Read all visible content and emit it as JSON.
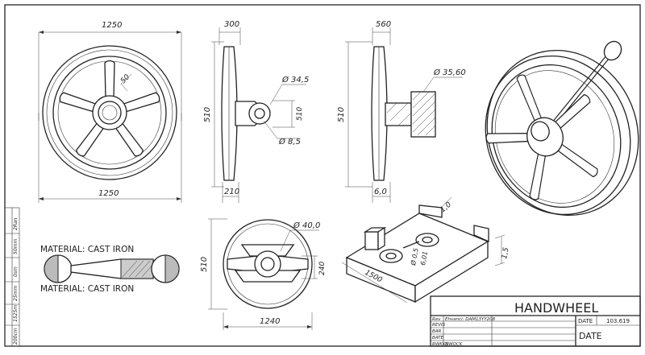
{
  "colors": {
    "ink": "#222222",
    "paper": "#ffffff"
  },
  "front_view": {
    "dia_top": "1250",
    "dia_bottom": "1250",
    "spoke_width": "50"
  },
  "side_view_1": {
    "width_top": "300",
    "height": "510",
    "hub_dia": "Ø 34,5",
    "boss_height": "510",
    "hole_dia": "Ø 8,5",
    "width_bottom": "210"
  },
  "side_view_2": {
    "width_top": "560",
    "height": "510",
    "hub_dia": "Ø 35,60",
    "width_bottom": "6,0"
  },
  "lower_left": {
    "material_1": "MATERIAL: CAST IRON",
    "material_2": "MATERIAL: CAST IRON"
  },
  "bottom_view": {
    "hub_dia": "Ø 40,0",
    "height": "510",
    "boss": "240",
    "width": "1240"
  },
  "iso_view": {
    "dim_top": "1,0",
    "dim_side": "1,5",
    "dim_length": "1500",
    "dim_hole_a": "Ø 0,5",
    "dim_hole_b": "6,01"
  },
  "title_block": {
    "title": "HANDWHEEL",
    "rev_left": [
      "Rev",
      "REVIS",
      "BAR",
      "BATE",
      "RWKKS"
    ],
    "rev_mid": [
      "Ehvanci: DAM13YY208",
      "",
      "",
      "",
      "NWOCK"
    ],
    "date_label_1": "DATE",
    "date_value": "103.619",
    "date_label_2": "DATE"
  },
  "left_strip": [
    "2Ran",
    "50mm",
    "0sm",
    "25mm",
    "1525m",
    "200cm"
  ]
}
